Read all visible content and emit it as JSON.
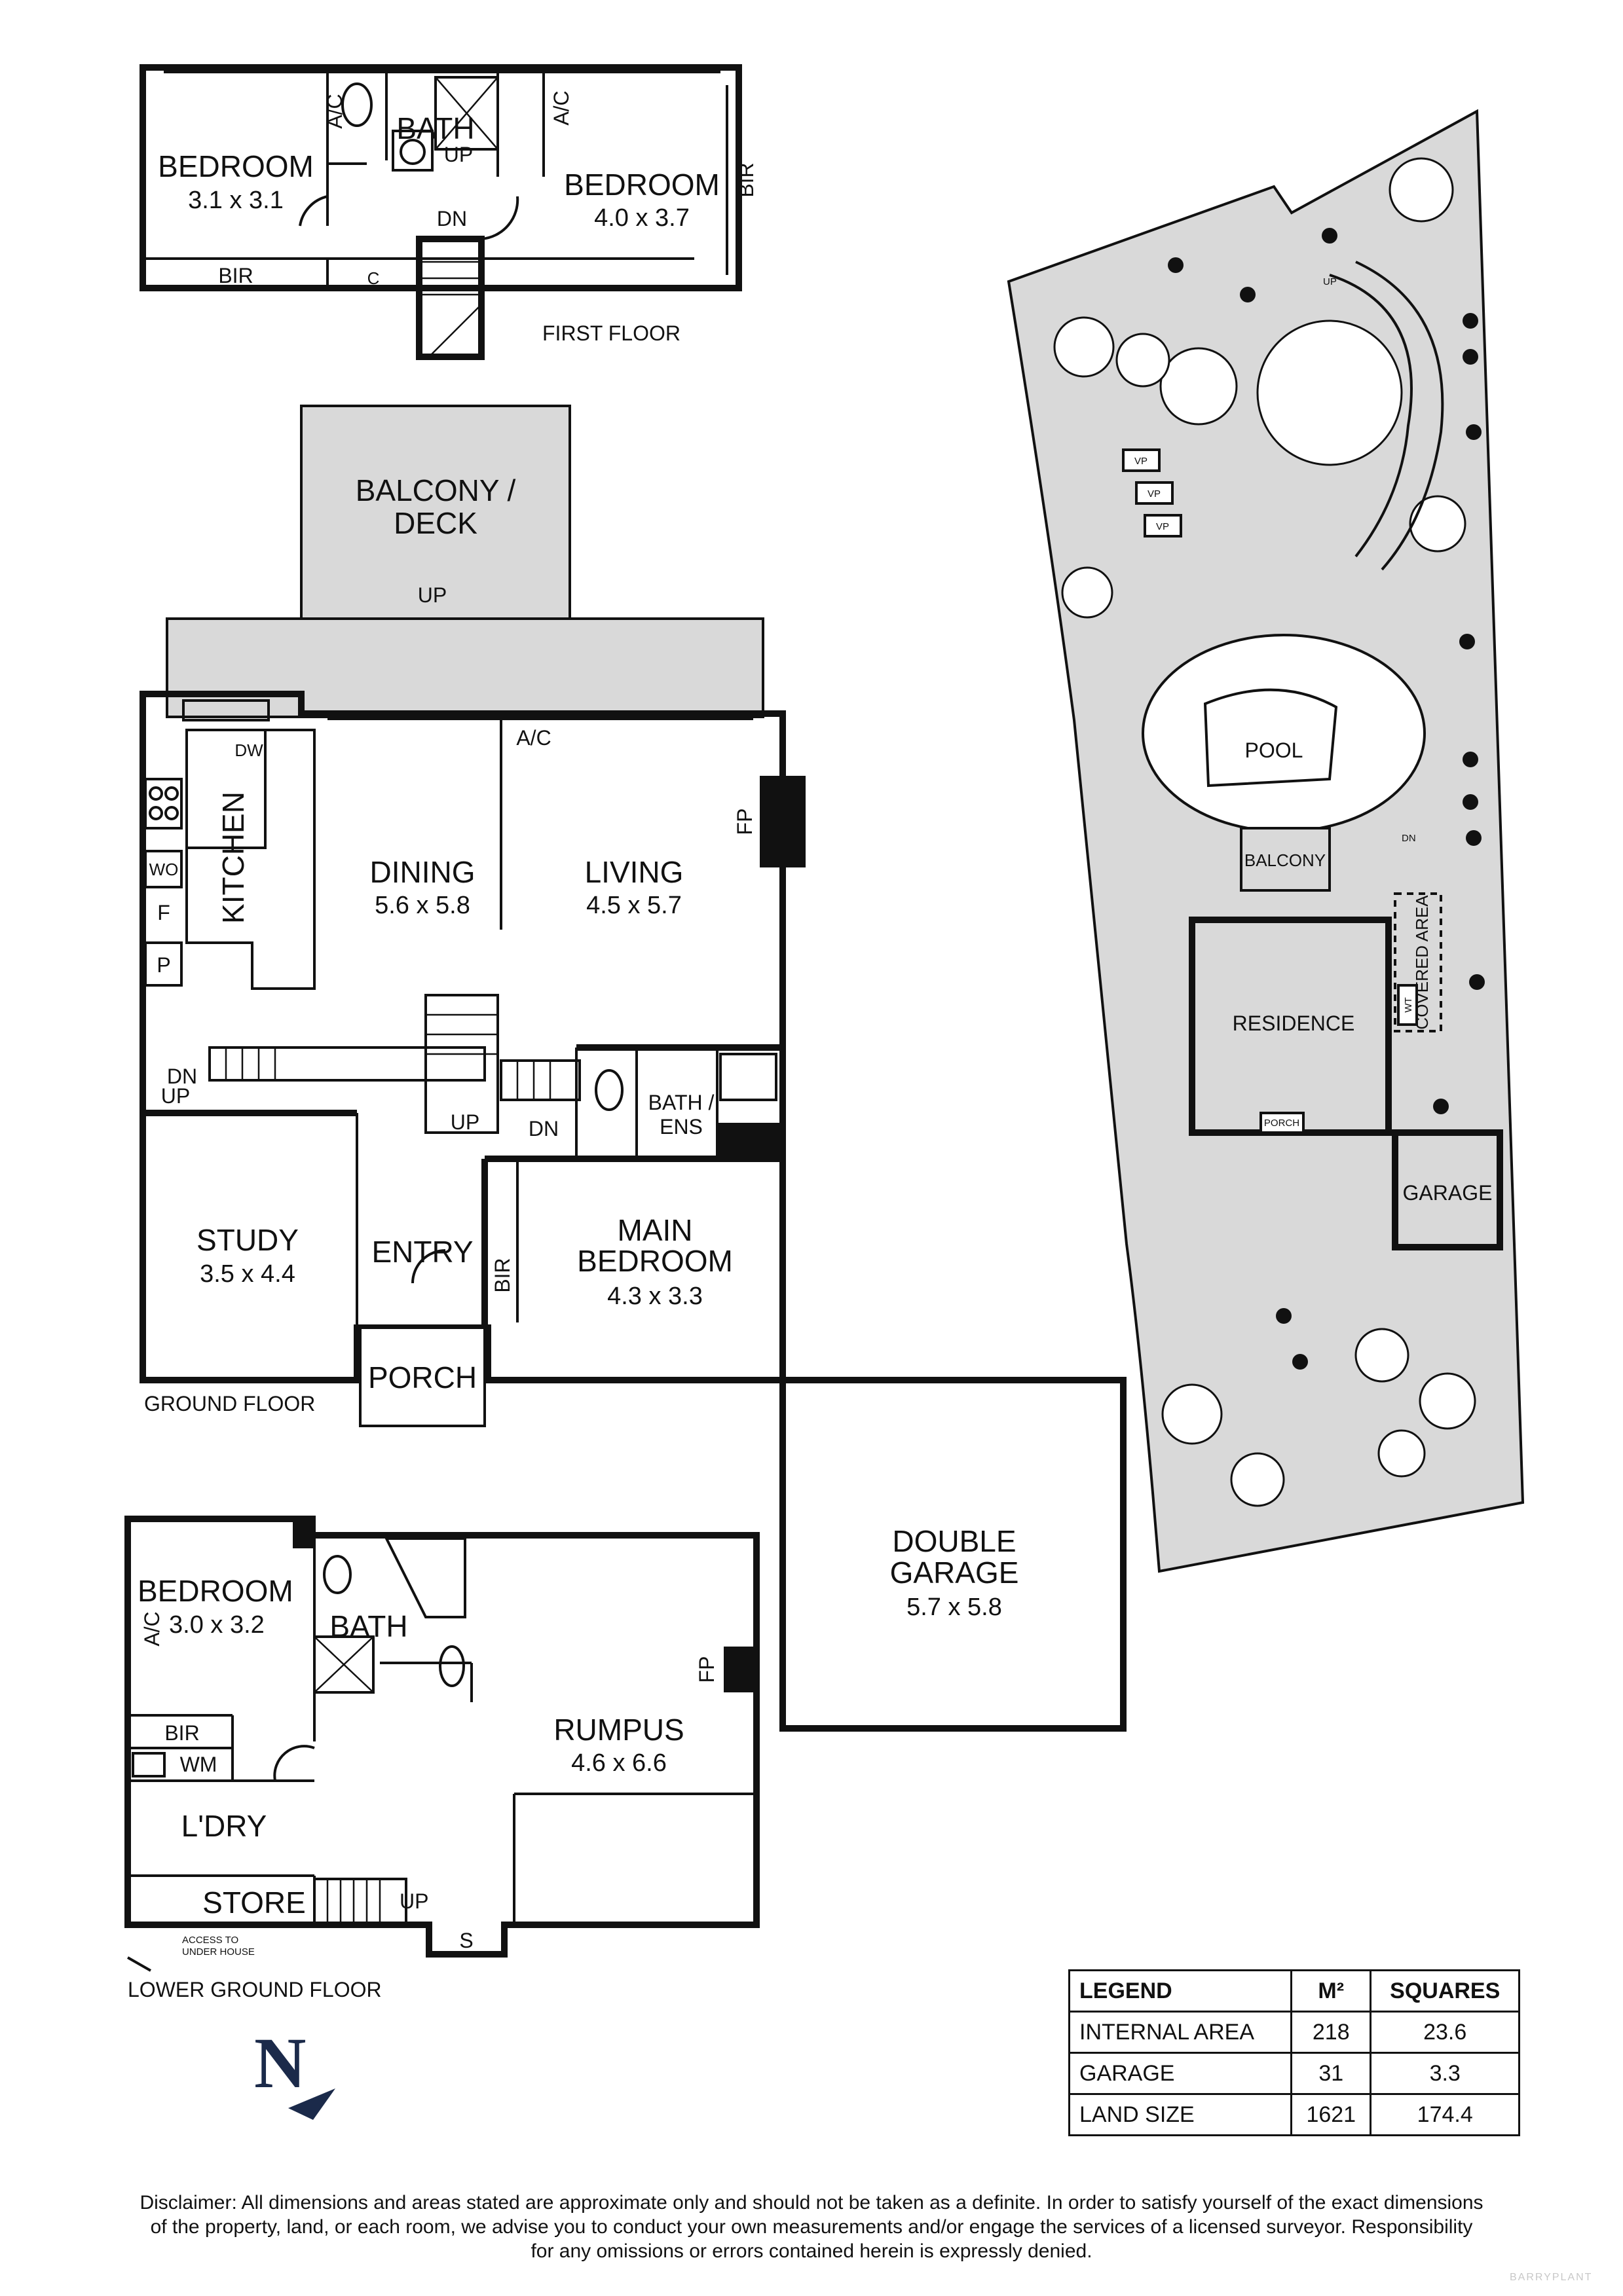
{
  "floors": {
    "first": {
      "name": "FIRST FLOOR",
      "rooms": [
        {
          "label": "BEDROOM",
          "dims": "3.1 x 3.1"
        },
        {
          "label": "BATH"
        },
        {
          "label": "BEDROOM",
          "dims": "4.0 x 3.7"
        }
      ],
      "marks": {
        "ac_left": "A/C",
        "ac_right": "A/C",
        "bir_right": "BIR",
        "bir_bottom": "BIR",
        "c": "C",
        "up": "UP",
        "dn": "DN"
      }
    },
    "ground": {
      "name": "GROUND FLOOR",
      "rooms": [
        {
          "label": "BALCONY /",
          "label2": "DECK"
        },
        {
          "label": "KITCHEN"
        },
        {
          "label": "DINING",
          "dims": "5.6 x 5.8"
        },
        {
          "label": "LIVING",
          "dims": "4.5 x 5.7"
        },
        {
          "label": "BATH /",
          "label2": "ENS"
        },
        {
          "label": "STUDY",
          "dims": "3.5 x 4.4"
        },
        {
          "label": "ENTRY"
        },
        {
          "label": "MAIN",
          "label2": "BEDROOM",
          "dims": "4.3 x 3.3"
        },
        {
          "label": "PORCH"
        },
        {
          "label": "DOUBLE",
          "label2": "GARAGE",
          "dims": "5.7 x 5.8"
        }
      ],
      "marks": {
        "dw": "DW",
        "wo": "WO",
        "f": "F",
        "p": "P",
        "fp": "FP",
        "ac": "A/C",
        "bir": "BIR",
        "up_deck": "UP",
        "up_stair": "UP",
        "dn_stair": "DN",
        "dn_left": "DN",
        "up_left": "UP"
      }
    },
    "lower": {
      "name": "LOWER GROUND FLOOR",
      "rooms": [
        {
          "label": "BEDROOM",
          "dims": "3.0 x 3.2"
        },
        {
          "label": "BATH"
        },
        {
          "label": "RUMPUS",
          "dims": "4.6 x 6.6"
        },
        {
          "label": "BIR"
        },
        {
          "label": "WM"
        },
        {
          "label": "L'DRY"
        },
        {
          "label": "STORE"
        }
      ],
      "marks": {
        "ac": "A/C",
        "fp": "FP",
        "up": "UP",
        "s": "S",
        "access1": "ACCESS TO",
        "access2": "UNDER HOUSE"
      }
    }
  },
  "site": {
    "labels": {
      "pool": "POOL",
      "balcony": "BALCONY",
      "residence": "RESIDENCE",
      "garage": "GARAGE",
      "porch": "PORCH",
      "covered": "COVERED AREA",
      "wt": "WT",
      "dn": "DN",
      "up": "UP",
      "vp": [
        "VP",
        "VP",
        "VP"
      ]
    }
  },
  "compass": {
    "label": "N"
  },
  "legend": {
    "headers": [
      "LEGEND",
      "M²",
      "SQUARES"
    ],
    "rows": [
      [
        "INTERNAL AREA",
        "218",
        "23.6"
      ],
      [
        "GARAGE",
        "31",
        "3.3"
      ],
      [
        "LAND SIZE",
        "1621",
        "174.4"
      ]
    ]
  },
  "disclaimer": {
    "line1": "Disclaimer: All dimensions and areas stated are approximate only and should not be taken as a definite. In order to satisfy yourself of the exact dimensions",
    "line2": "of the property, land, or each room, we advise you to conduct your own measurements and/or engage the services of a licensed surveyor. Responsibility",
    "line3": "for any omissions or errors contained herein is expressly denied."
  },
  "watermark": "BARRYPLANT"
}
